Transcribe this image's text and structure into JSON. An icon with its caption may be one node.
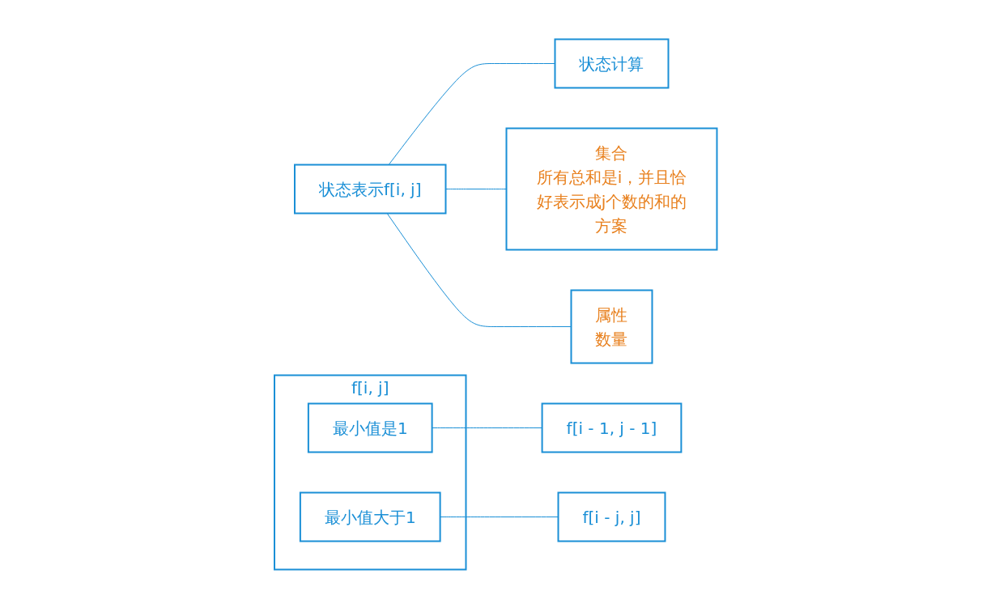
{
  "diagram": {
    "nodes": [
      {
        "text": [
          "状态表示f[i, j]"
        ]
      },
      {
        "text": [
          "集合",
          "所有总和是i，并且恰好表示成j个数的和的方案"
        ]
      },
      {
        "text": [
          "属性",
          "数量"
        ]
      },
      {
        "text": [
          "状态计算"
        ]
      },
      {
        "text": [
          "f[i, j]"
        ]
      },
      {
        "text": [
          "最小值是1"
        ],
        "in": 4
      },
      {
        "text": [
          "最小值大于1"
        ],
        "in": 4
      },
      {
        "text": [
          "f[i - 1, j - 1]"
        ]
      },
      {
        "text": [
          "f[i - j, j]"
        ]
      }
    ],
    "edges": [
      {
        "from": 0,
        "to": 3,
        "arrow": "none"
      },
      {
        "from": 0,
        "to": 1,
        "arrow": "none"
      },
      {
        "from": 0,
        "to": 2,
        "arrow": "none"
      },
      {
        "from": 5,
        "to": 7,
        "arrow": "none"
      },
      {
        "from": 6,
        "to": 8,
        "arrow": "none"
      }
    ]
  }
}
